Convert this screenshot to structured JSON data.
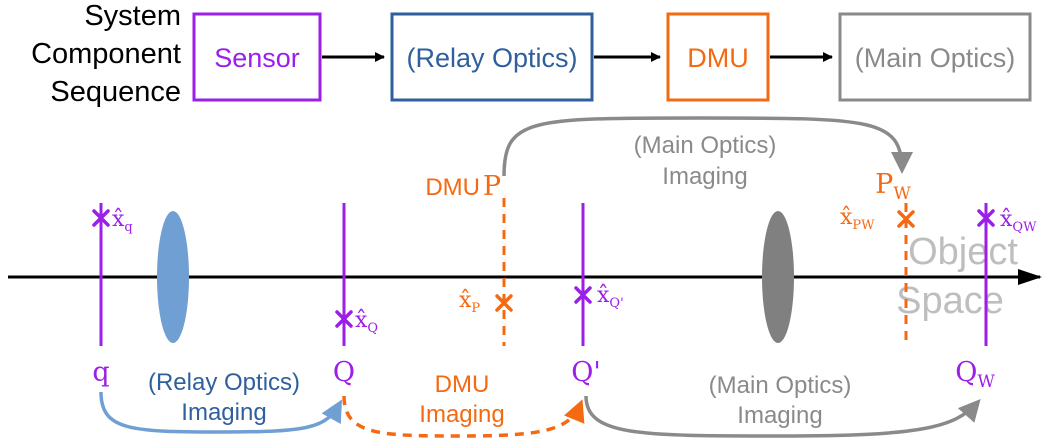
{
  "colors": {
    "purple": "#9b1fe8",
    "blue": "#2f5f9c",
    "lightblue": "#6f9fd3",
    "orange": "#f46a12",
    "gray": "#8a8a8a",
    "object_space": "#b8b8b8"
  },
  "sequence": {
    "title_lines": [
      "System",
      "Component",
      "Sequence"
    ],
    "sensor": "Sensor",
    "relay": "(Relay Optics)",
    "dmu": "DMU",
    "main": "(Main Optics)"
  },
  "planes": {
    "q": "q",
    "Q": "Q",
    "Q_prime": "Q'",
    "Q_W": "Q",
    "Q_W_sub": "W",
    "P": "P",
    "P_prefix": "DMU",
    "P_W": "P",
    "P_W_sub": "W"
  },
  "points": {
    "x_q_main": "x̂",
    "x_q_sub": "q",
    "x_Q_main": "x̂",
    "x_Q_sub": "Q",
    "x_P_main": "x̂",
    "x_P_sub": "P",
    "x_Qp_main": "x̂",
    "x_Qp_sub": "Q'",
    "x_PW_main": "x̂",
    "x_PW_sub": "PW",
    "x_QW_main": "x̂",
    "x_QW_sub": "QW"
  },
  "imaging": {
    "main_top": [
      "(Main Optics)",
      "Imaging"
    ],
    "relay": [
      "(Relay Optics)",
      "Imaging"
    ],
    "dmu": [
      "DMU",
      "Imaging"
    ],
    "main_bottom": [
      "(Main Optics)",
      "Imaging"
    ]
  },
  "object_space": [
    "Object",
    "Space"
  ]
}
